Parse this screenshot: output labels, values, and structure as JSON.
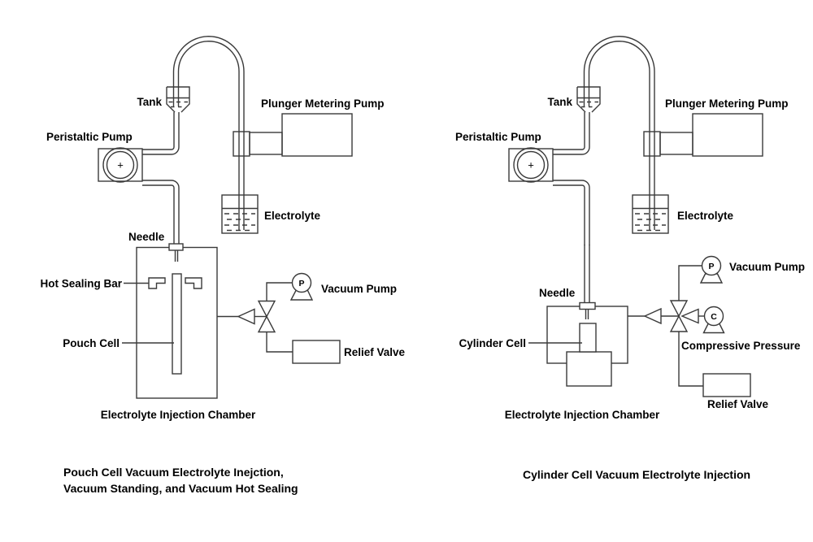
{
  "colors": {
    "line": "#3a3a3a",
    "text": "#000000",
    "background": "#ffffff"
  },
  "left": {
    "labels": {
      "tank": "Tank",
      "peristaltic_pump": "Peristaltic Pump",
      "plunger_metering_pump": "Plunger Metering Pump",
      "electrolyte": "Electrolyte",
      "needle": "Needle",
      "hot_sealing_bar": "Hot Sealing Bar",
      "pouch_cell": "Pouch Cell",
      "chamber": "Electrolyte Injection Chamber",
      "vacuum_pump": "Vacuum Pump",
      "relief_valve": "Relief Valve"
    },
    "symbols": {
      "pump_plus": "+",
      "vacuum_pump_letter": "P"
    },
    "caption": [
      "Pouch Cell Vacuum Electrolyte Inejction,",
      "Vacuum Standing, and Vacuum Hot Sealing"
    ]
  },
  "right": {
    "labels": {
      "tank": "Tank",
      "peristaltic_pump": "Peristaltic Pump",
      "plunger_metering_pump": "Plunger Metering Pump",
      "electrolyte": "Electrolyte",
      "needle": "Needle",
      "cylinder_cell": "Cylinder Cell",
      "chamber": "Electrolyte Injection Chamber",
      "vacuum_pump": "Vacuum Pump",
      "compressive_pressure": "Compressive Pressure",
      "relief_valve": "Relief Valve"
    },
    "symbols": {
      "pump_plus": "+",
      "vacuum_pump_letter": "P",
      "compressive_letter": "C"
    },
    "caption": [
      "Cylinder Cell Vacuum Electrolyte Injection"
    ]
  }
}
